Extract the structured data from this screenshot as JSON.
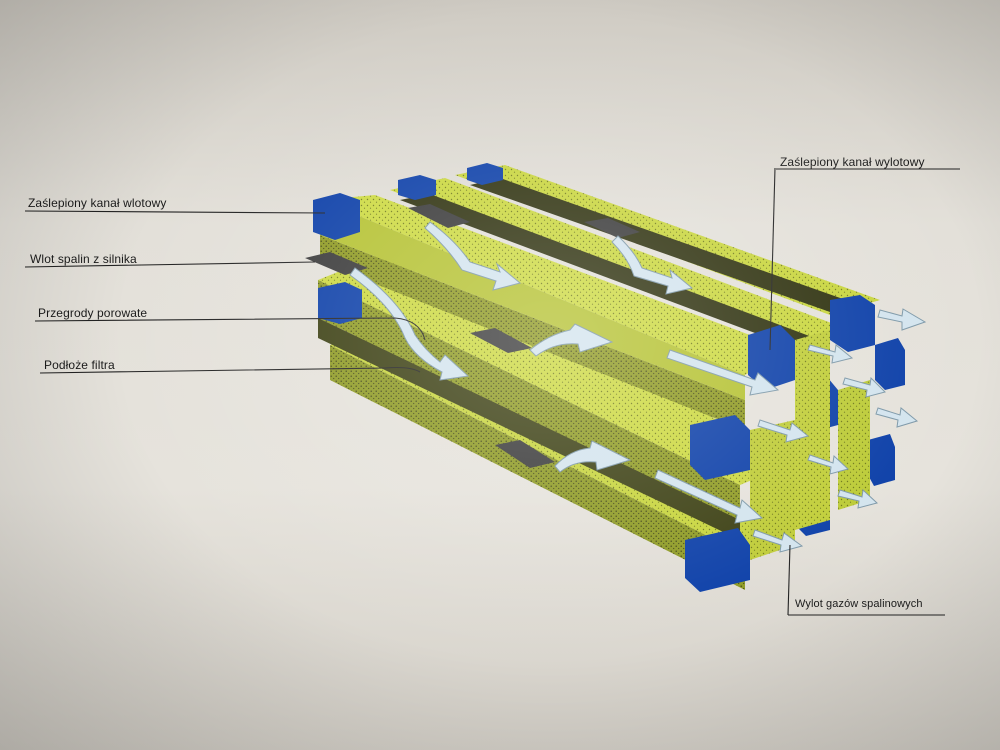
{
  "labels": {
    "blocked_inlet": "Zaślepiony kanał wlotowy",
    "exhaust_inlet": "Wlot spalin z silnika",
    "porous_walls": "Przegrody porowate",
    "filter_substrate": "Podłoże filtra",
    "blocked_outlet": "Zaślepiony kanał wylotowy",
    "exhaust_outlet": "Wylot gazów spalinowych"
  },
  "colors": {
    "channel_top": "#c9d63c",
    "channel_side": "#8f9a22",
    "channel_dark": "#3a3d12",
    "plug": "#0c3fa8",
    "arrow": "#d3e4ee",
    "background": "#e3e0d9"
  }
}
